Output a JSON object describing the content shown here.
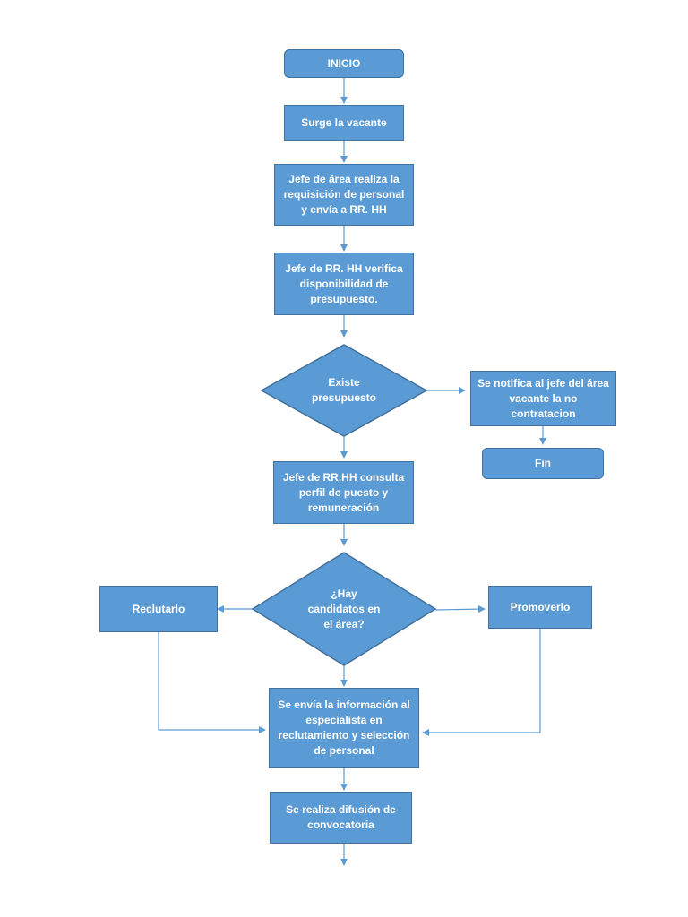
{
  "colors": {
    "fill": "#5b9bd5",
    "stroke": "#41719c",
    "connector": "#5b9bd5",
    "text": "#ffffff"
  },
  "nodes": {
    "inicio": "INICIO",
    "surge": "Surge la vacante",
    "requisicion": "Jefe de área realiza la\nrequisición de personal\ny envía a RR. HH",
    "verifica": "Jefe de RR. HH verifica\ndisponibilidad de\npresupuesto.",
    "existe": "Existe\npresupuesto",
    "notifica": "Se notifica al jefe del área\nvacante la no\ncontratacion",
    "fin": "Fin",
    "consulta": "Jefe de RR.HH consulta\nperfil de puesto y\nremuneración",
    "hay": "¿Hay\ncandidatos en\nel área?",
    "reclutarlo": "Reclutarlo",
    "promoverlo": "Promoverlo",
    "envia": "Se envía la información al\nespecialista en\nreclutamiento y selección\nde personal",
    "difusion": "Se realiza difusión de\nconvocatoria"
  }
}
